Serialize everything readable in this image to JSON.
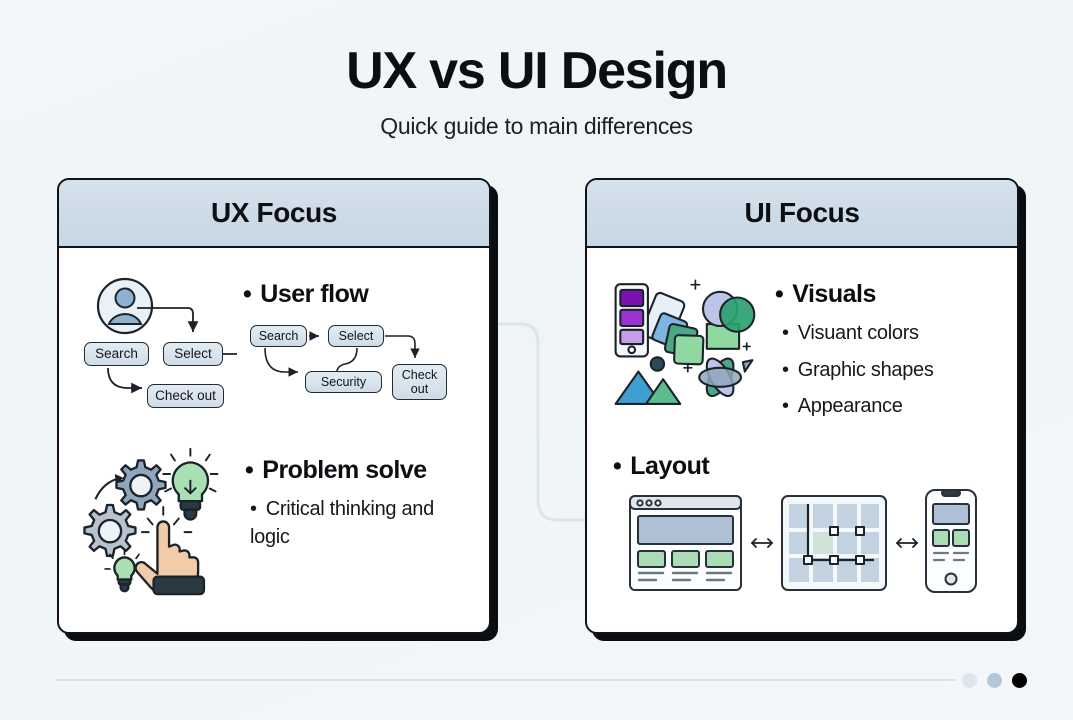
{
  "header": {
    "title": "UX vs UI Design",
    "subtitle": "Quick guide to main differences"
  },
  "panels": {
    "ux": {
      "header_title": "UX Focus",
      "sections": [
        {
          "heading": "User flow",
          "sub": []
        },
        {
          "heading": "Problem solve",
          "sub": [
            "Critical thinking and logic"
          ]
        }
      ],
      "flow_primary": {
        "nodes": [
          "Search",
          "Select",
          "Check out"
        ],
        "avatar": "user-avatar"
      },
      "flow_secondary": {
        "nodes": [
          "Search",
          "Select",
          "Security",
          "Check out"
        ]
      },
      "illustration": "gears-lightbulb-hand"
    },
    "ui": {
      "header_title": "UI Focus",
      "sections": [
        {
          "heading": "Visuals",
          "sub": [
            "Visuant colors",
            "Graphic shapes",
            "Appearance"
          ]
        },
        {
          "heading": "Layout",
          "sub": []
        }
      ],
      "illustration_top": "color-palette-shapes",
      "wireframes": [
        "browser-window",
        "grid-layout",
        "mobile-phone"
      ]
    }
  },
  "footer": {
    "dots": [
      {
        "name": "page-dot-1",
        "color": "#dde4ea",
        "active": false
      },
      {
        "name": "page-dot-2",
        "color": "#b4c6da",
        "active": false
      },
      {
        "name": "page-dot-3",
        "color": "#000000",
        "active": true
      }
    ]
  },
  "colors": {
    "background": "#f1f5f8",
    "panel_header": "#cddbe7",
    "border": "#101418",
    "accent_blue": "#7f9dc4",
    "accent_green": "#5bbd8d",
    "accent_purple": "#8a2fc0"
  }
}
